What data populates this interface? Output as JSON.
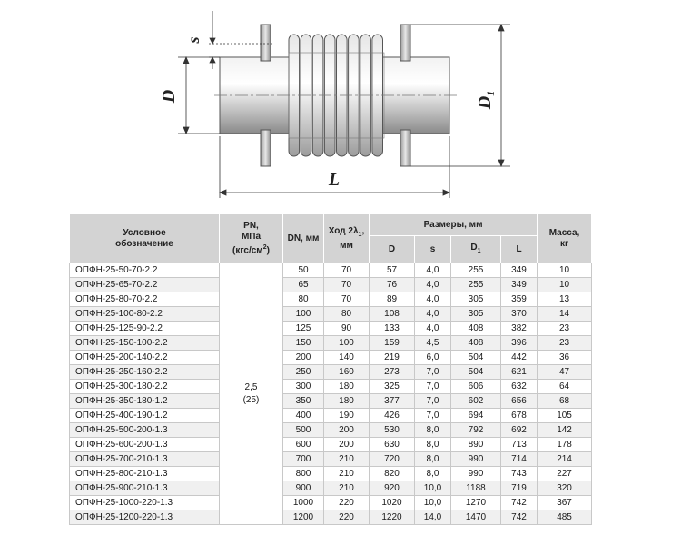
{
  "drawing": {
    "label_s": "s",
    "label_D": "D",
    "label_D1": "D",
    "label_D1_sub": "1",
    "label_L": "L"
  },
  "table": {
    "headers": {
      "designation": [
        "Условное",
        "обозначение"
      ],
      "pn": [
        "PN,",
        "МПа",
        "(кгс/см",
        "2",
        ")"
      ],
      "dn": "DN, мм",
      "stroke": [
        "Ход 2λ",
        "1",
        ",",
        "мм"
      ],
      "sizes": "Размеры, мм",
      "mass": [
        "Масса,",
        "кг"
      ],
      "d": "D",
      "s": "s",
      "d1": "D",
      "d1_sub": "1",
      "l": "L"
    },
    "pn_value": "2,5",
    "pn_value_kgf": "(25)",
    "rows": [
      [
        "ОПФН-25-50-70-2.2",
        "50",
        "70",
        "57",
        "4,0",
        "255",
        "349",
        "10"
      ],
      [
        "ОПФН-25-65-70-2.2",
        "65",
        "70",
        "76",
        "4,0",
        "255",
        "349",
        "10"
      ],
      [
        "ОПФН-25-80-70-2.2",
        "80",
        "70",
        "89",
        "4,0",
        "305",
        "359",
        "13"
      ],
      [
        "ОПФН-25-100-80-2.2",
        "100",
        "80",
        "108",
        "4,0",
        "305",
        "370",
        "14"
      ],
      [
        "ОПФН-25-125-90-2.2",
        "125",
        "90",
        "133",
        "4,0",
        "408",
        "382",
        "23"
      ],
      [
        "ОПФН-25-150-100-2.2",
        "150",
        "100",
        "159",
        "4,5",
        "408",
        "396",
        "23"
      ],
      [
        "ОПФН-25-200-140-2.2",
        "200",
        "140",
        "219",
        "6,0",
        "504",
        "442",
        "36"
      ],
      [
        "ОПФН-25-250-160-2.2",
        "250",
        "160",
        "273",
        "7,0",
        "504",
        "621",
        "47"
      ],
      [
        "ОПФН-25-300-180-2.2",
        "300",
        "180",
        "325",
        "7,0",
        "606",
        "632",
        "64"
      ],
      [
        "ОПФН-25-350-180-1.2",
        "350",
        "180",
        "377",
        "7,0",
        "602",
        "656",
        "68"
      ],
      [
        "ОПФН-25-400-190-1.2",
        "400",
        "190",
        "426",
        "7,0",
        "694",
        "678",
        "105"
      ],
      [
        "ОПФН-25-500-200-1.3",
        "500",
        "200",
        "530",
        "8,0",
        "792",
        "692",
        "142"
      ],
      [
        "ОПФН-25-600-200-1.3",
        "600",
        "200",
        "630",
        "8,0",
        "890",
        "713",
        "178"
      ],
      [
        "ОПФН-25-700-210-1.3",
        "700",
        "210",
        "720",
        "8,0",
        "990",
        "714",
        "214"
      ],
      [
        "ОПФН-25-800-210-1.3",
        "800",
        "210",
        "820",
        "8,0",
        "990",
        "743",
        "227"
      ],
      [
        "ОПФН-25-900-210-1.3",
        "900",
        "210",
        "920",
        "10,0",
        "1188",
        "719",
        "320"
      ],
      [
        "ОПФН-25-1000-220-1.3",
        "1000",
        "220",
        "1020",
        "10,0",
        "1270",
        "742",
        "367"
      ],
      [
        "ОПФН-25-1200-220-1.3",
        "1200",
        "220",
        "1220",
        "14,0",
        "1470",
        "742",
        "485"
      ]
    ]
  }
}
